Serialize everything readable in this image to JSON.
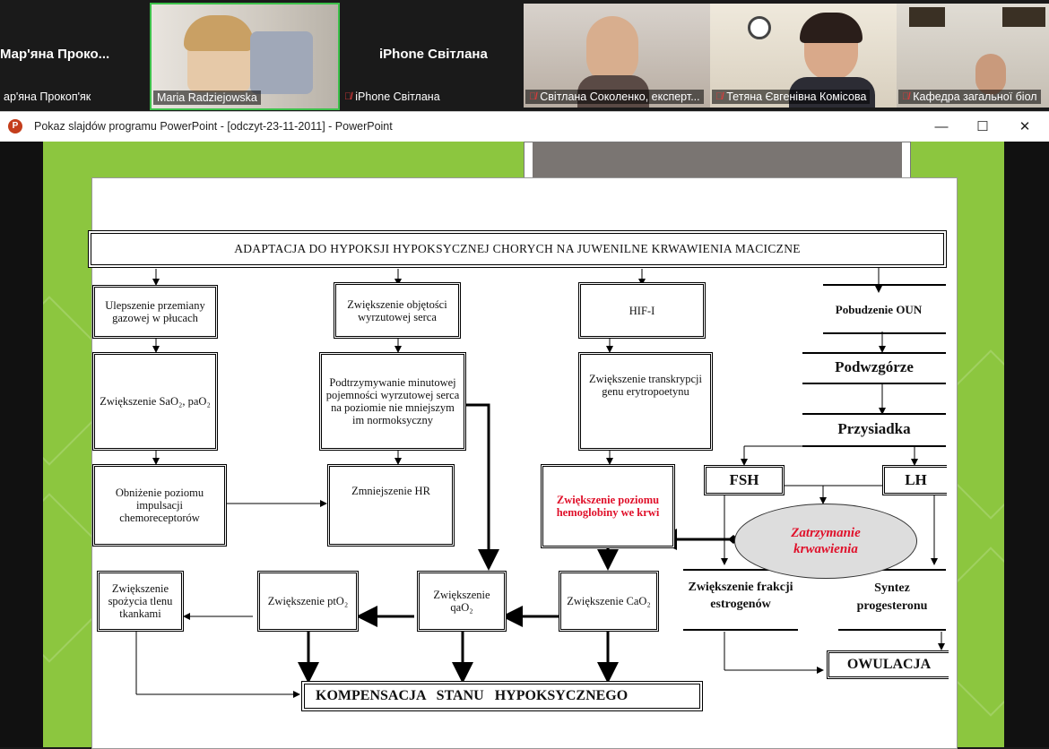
{
  "participants": {
    "tile1_name": "Мар'яна  Проко...",
    "tile1_label": "ар'яна Прокоп'як",
    "tile2_label": "Maria Radziejowska",
    "tile3_name": "iPhone Світлана",
    "tile3_label": "iPhone Світлана",
    "tile4_label": "Світлана Соколенко, експерт...",
    "tile5_label": "Тетяна Євгенівна Комісова",
    "tile6_label": "Кафедра загальної біол"
  },
  "window": {
    "title": "Pokaz slajdów programu PowerPoint - [odczyt-23-11-2011] - PowerPoint",
    "app_icon": "P",
    "minimize": "—",
    "maximize": "☐",
    "close": "✕"
  },
  "diagram": {
    "title": "ADAPTACJA DO HYPOKSJI HYPOKSYCZNEJ CHORYCH NA JUWENILNE KRWAWIENIA MACICZNE",
    "col1_a": "Ulepszenie przemiany gazowej w płucach",
    "col1_b": "Zwiększenie SaO₂, paO₂",
    "col1_c": "Obniżenie poziomu impulsacji chemoreceptorów",
    "col2_a": "Zwiększenie objętości wyrzutowej serca",
    "col2_b": "Podtrzymywanie minutowej pojemności wyrzutowej serca na poziomie nie mniejszym im normoksyczny",
    "col2_c": "Zmniejszenie HR",
    "col3_a": "HIF-I",
    "col3_b": "Zwiększenie transkrypcji genu erytropoetynu",
    "col3_c": "Zwiększenie poziomu hemoglobiny we krwi",
    "col4_a": "Pobudzenie OUN",
    "col4_b": "Podwzgórze",
    "col4_c": "Przysiadka",
    "fsh": "FSH",
    "lh": "LH",
    "ellipse": "Zatrzymanie krwawienia",
    "estrogen": "Zwiększenie frakcji estrogenów",
    "progesteron": "Syntez progesteronu",
    "owulacja": "OWULACJA",
    "row4_a": "Zwiększenie spożycia tlenu tkankami",
    "row4_b": "Zwiększenie ptO₂",
    "row4_c": "Zwiększenie qaO₂",
    "row4_d": "Zwiększenie CaO₂",
    "bottom": "KOMPENSACJA   STANU   HYPOKSYCZNEGO"
  }
}
